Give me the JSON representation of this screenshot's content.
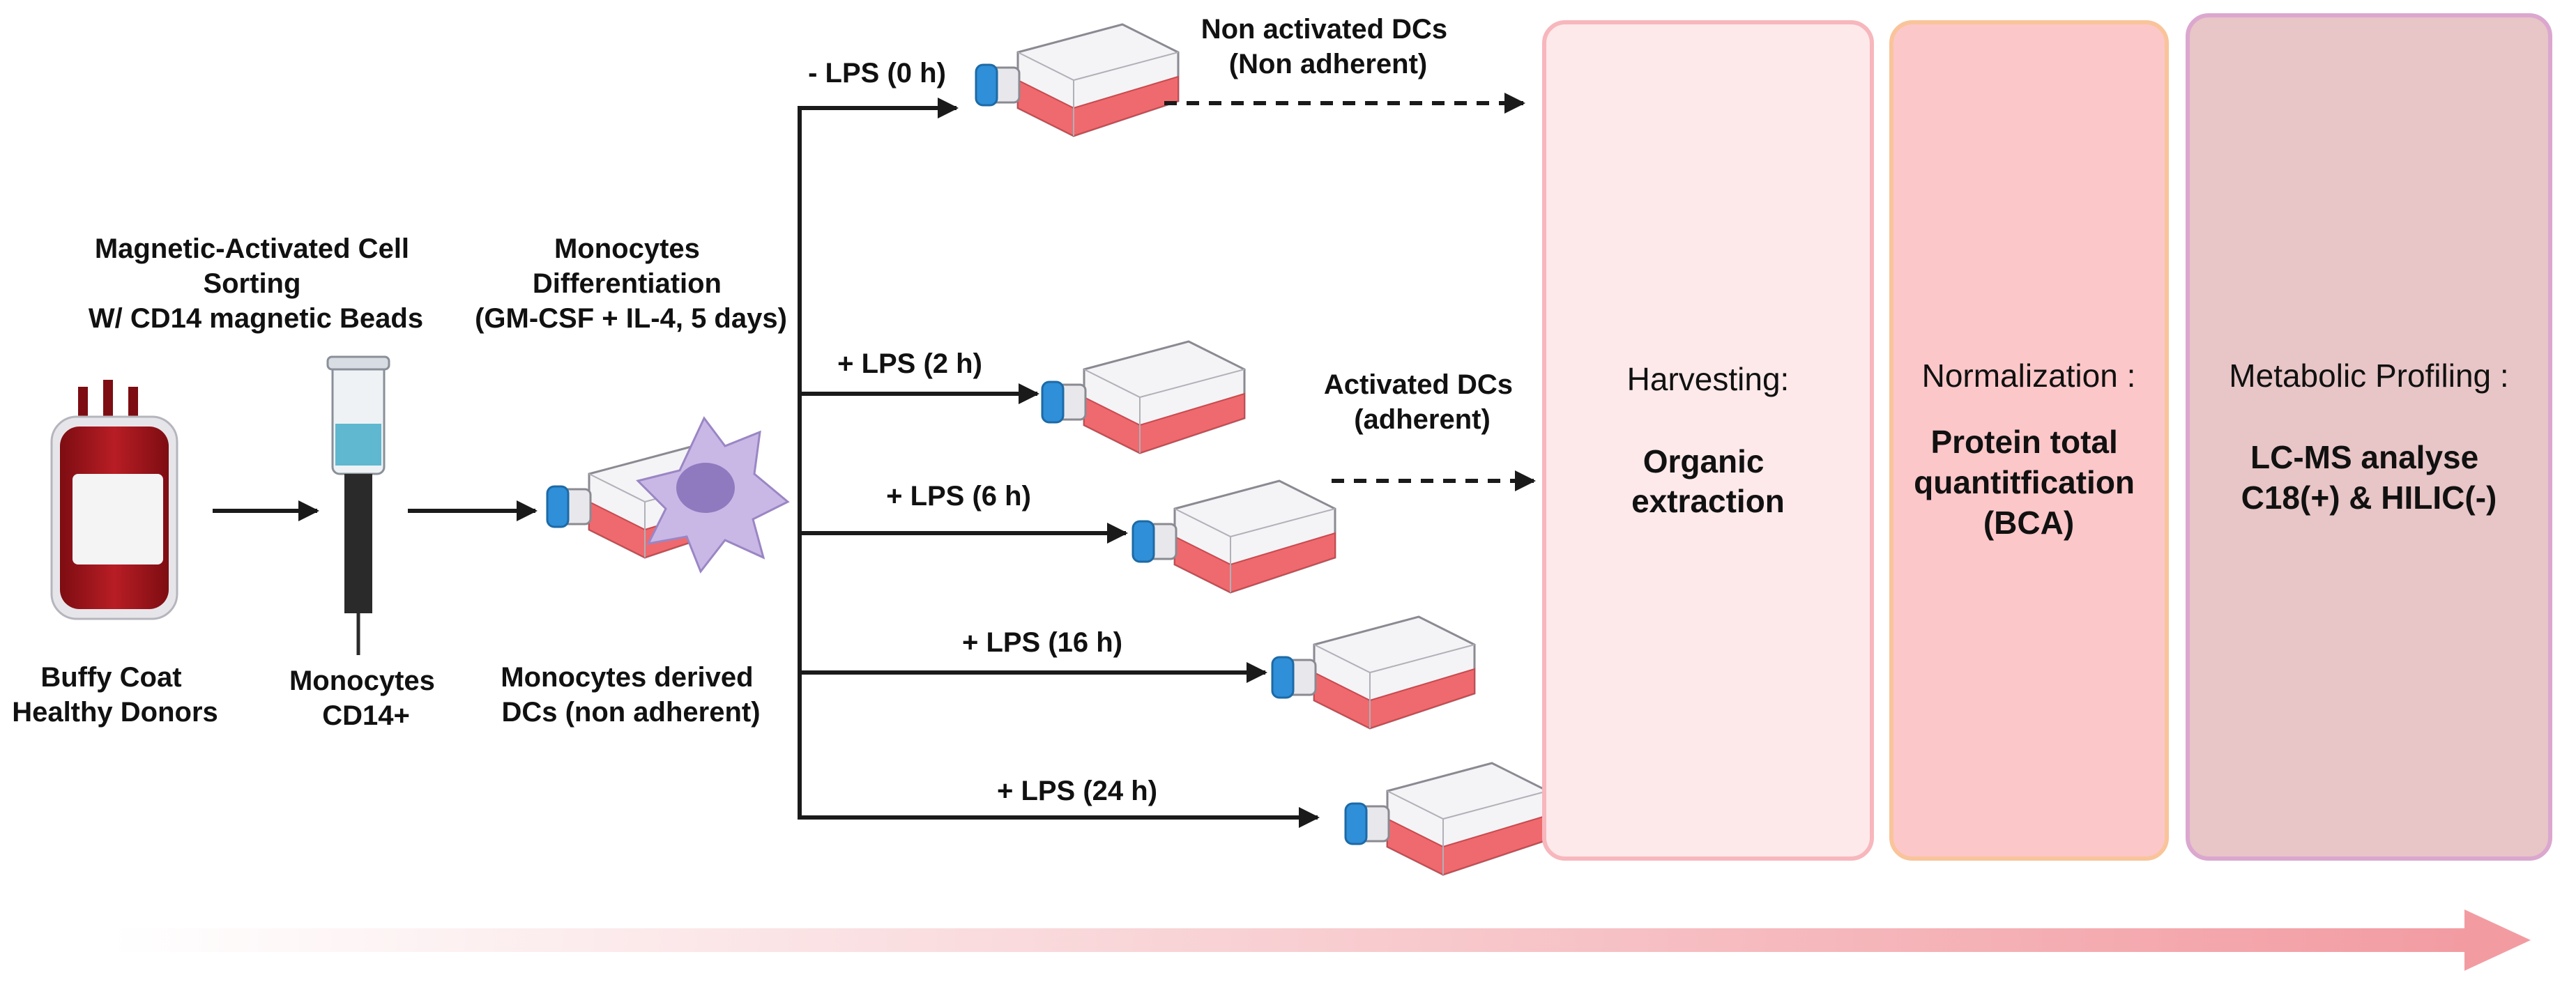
{
  "steps": {
    "buffy_coat": [
      "Buffy Coat",
      "Healthy Donors"
    ],
    "macs": [
      "Magnetic-Activated Cell",
      "Sorting",
      "W/ CD14 magnetic Beads"
    ],
    "monocytes": [
      "Monocytes",
      "CD14+"
    ],
    "differentiation": [
      "Monocytes",
      "Differentiation",
      "(GM-CSF + IL-4, 5 days)"
    ],
    "mo_dcs": [
      "Monocytes derived",
      "DCs (non adherent)"
    ]
  },
  "conditions": [
    {
      "label": "- LPS (0 h)"
    },
    {
      "label": "+ LPS (2 h)"
    },
    {
      "label": "+ LPS (6 h)"
    },
    {
      "label": "+ LPS (16 h)"
    },
    {
      "label": "+ LPS (24 h)"
    }
  ],
  "non_activated": [
    "Non activated DCs",
    "(Non adherent)"
  ],
  "activated": [
    "Activated DCs",
    "(adherent)"
  ],
  "boxes": [
    {
      "title": "Harvesting:",
      "body": [
        "Organic",
        "extraction"
      ],
      "fill": "#fde9ea",
      "border": "#f7b7bd"
    },
    {
      "title": "Normalization :",
      "body": [
        "Protein total",
        "quantitfication",
        "(BCA)"
      ],
      "fill": "#fcc7c9",
      "border": "#f9c49a"
    },
    {
      "title": "Metabolic Profiling :",
      "body": [
        "LC-MS analyse",
        "C18(+) & HILIC(-)"
      ],
      "fill": "#e8c5c6",
      "border": "#dba7cf"
    }
  ],
  "colors": {
    "arrow": "#1a1a1a",
    "flask_liquid": "#ef6a6e",
    "flask_cap": "#2f8fd8",
    "blood": "#a3161c",
    "cell": "#c9b8e6",
    "timeline_gradient": [
      "#ffffff",
      "#f6b9bd",
      "#f29ca2"
    ]
  }
}
